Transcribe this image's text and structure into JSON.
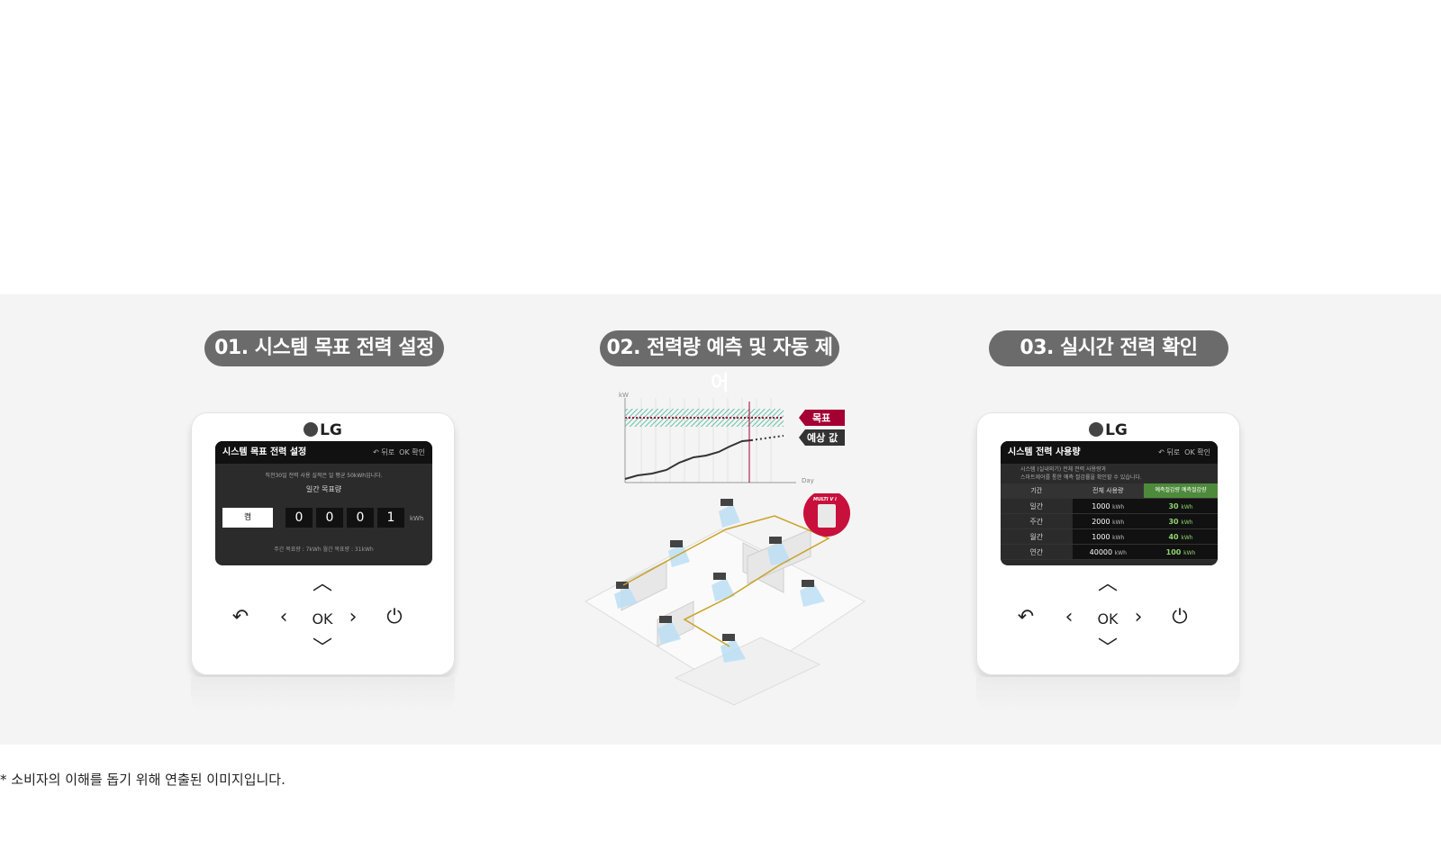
{
  "steps": [
    {
      "label": "01. 시스템 목표 전력 설정"
    },
    {
      "label": "02. 전력량 예측 및 자동 제어"
    },
    {
      "label": "03. 실시간 전력 확인"
    }
  ],
  "controller1": {
    "brand": "LG",
    "title": "시스템 목표 전력 설정",
    "back": "뒤로",
    "ok_key": "OK",
    "confirm": "확인",
    "note": "직전30일 전력 사용 실적은 일 평균 50kWh입니다.",
    "sub": "일간 목표량",
    "unit_selector": "켬",
    "digits": [
      "0",
      "0",
      "0",
      "1"
    ],
    "digit_unit": "kWh",
    "footer": "주간 목표량 : 7kWh   월간 목표량 : 31kWh"
  },
  "controller3": {
    "brand": "LG",
    "title": "시스템 전력 사용량",
    "back": "뒤로",
    "ok_key": "OK",
    "confirm": "확인",
    "desc": [
      "시스템 (실내외기) 전체 전력 사용량과",
      "스마트제어를 통한 예측 절감률을 확인할 수 있습니다."
    ],
    "columns": [
      "기간",
      "전체 사용량",
      "예측절감량 예측절감량"
    ],
    "rows": [
      {
        "period": "일간",
        "total": "1000",
        "saving": "30"
      },
      {
        "period": "주간",
        "total": "2000",
        "saving": "30"
      },
      {
        "period": "월간",
        "total": "1000",
        "saving": "40"
      },
      {
        "period": "연간",
        "total": "40000",
        "saving": "100"
      }
    ],
    "unit": "kWh"
  },
  "buttons": {
    "ok": "OK"
  },
  "chart": {
    "ylabel": "kW",
    "xlabel": "Day",
    "target_label": "목표",
    "forecast_label": "예상 값",
    "colors": {
      "target": "#a50034",
      "band": "#35b38d",
      "line": "#333333"
    }
  },
  "building": {
    "badge": "MULTI V i"
  },
  "footnote": "* 소비자의 이해를 돕기 위해 연출된 이미지입니다."
}
